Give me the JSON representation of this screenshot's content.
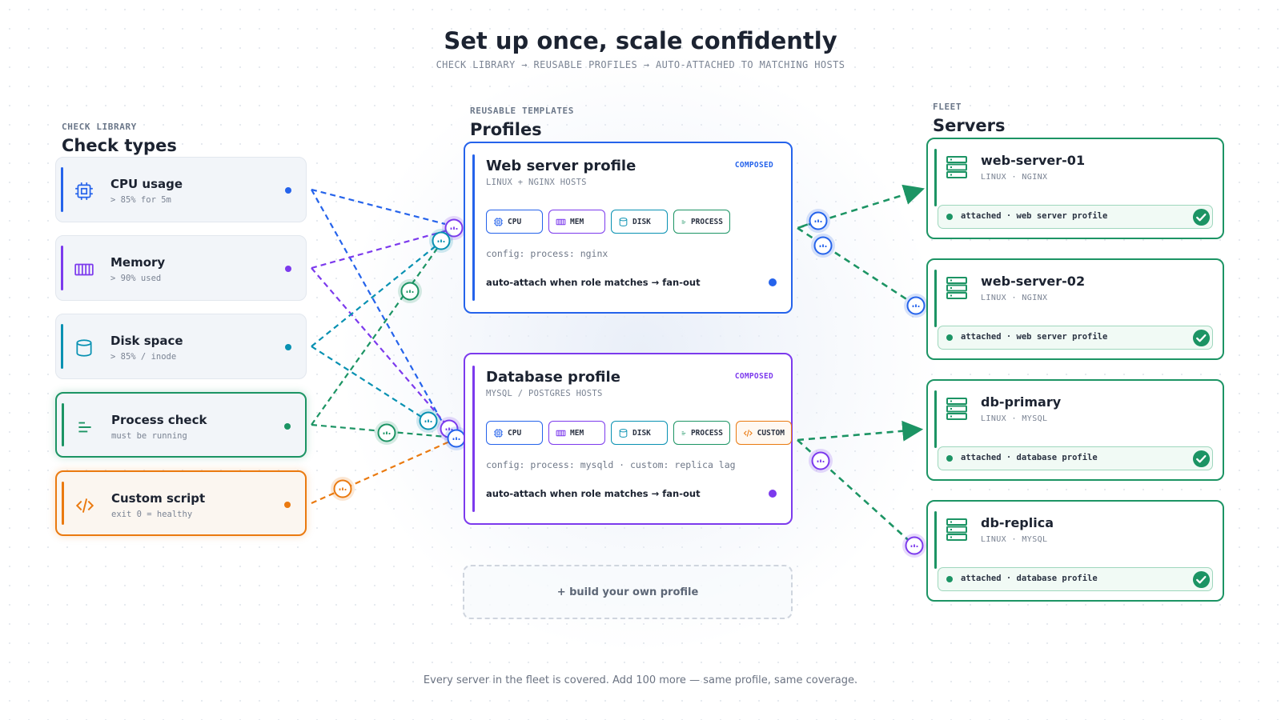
{
  "header": {
    "title": "Set up once, scale confidently",
    "subtitle": "CHECK LIBRARY → REUSABLE PROFILES → AUTO-ATTACHED TO MATCHING HOSTS"
  },
  "library": {
    "eyebrow": "CHECK LIBRARY",
    "heading": "Check types",
    "checks": [
      {
        "name": "CPU usage",
        "desc": "> 85% for 5m",
        "icon": "cpu-icon",
        "color": "#2563eb",
        "highlight": false
      },
      {
        "name": "Memory",
        "desc": "> 90% used",
        "icon": "memory-icon",
        "color": "#7c3aed",
        "highlight": false
      },
      {
        "name": "Disk space",
        "desc": "> 85% / inode",
        "icon": "disk-icon",
        "color": "#0891b2",
        "highlight": false
      },
      {
        "name": "Process check",
        "desc": "must be running",
        "icon": "process-icon",
        "color": "#1c9464",
        "highlight": true
      },
      {
        "name": "Custom script",
        "desc": "exit 0 = healthy",
        "icon": "code-icon",
        "color": "#ea7a10",
        "highlight": true
      }
    ]
  },
  "profiles_col": {
    "eyebrow": "REUSABLE TEMPLATES",
    "heading": "Profiles",
    "profiles": [
      {
        "name": "Web server profile",
        "sub": "LINUX + NGINX HOSTS",
        "badge": "COMPOSED",
        "color": "#2563eb",
        "chips": [
          {
            "label": "CPU",
            "icon": "cpu-icon",
            "color": "#2563eb"
          },
          {
            "label": "MEM",
            "icon": "memory-icon",
            "color": "#7c3aed"
          },
          {
            "label": "DISK",
            "icon": "disk-icon",
            "color": "#0891b2"
          },
          {
            "label": "PROCESS",
            "icon": "process-icon",
            "color": "#1c9464"
          }
        ],
        "config": "config: process: nginx",
        "attach": "auto-attach when role matches → fan-out"
      },
      {
        "name": "Database profile",
        "sub": "MYSQL / POSTGRES HOSTS",
        "badge": "COMPOSED",
        "color": "#7c3aed",
        "chips": [
          {
            "label": "CPU",
            "icon": "cpu-icon",
            "color": "#2563eb"
          },
          {
            "label": "MEM",
            "icon": "memory-icon",
            "color": "#7c3aed"
          },
          {
            "label": "DISK",
            "icon": "disk-icon",
            "color": "#0891b2"
          },
          {
            "label": "PROCESS",
            "icon": "process-icon",
            "color": "#1c9464"
          },
          {
            "label": "CUSTOM",
            "icon": "code-icon",
            "color": "#ea7a10"
          }
        ],
        "config": "config: process: mysqld · custom: replica lag",
        "attach": "auto-attach when role matches → fan-out"
      }
    ],
    "build": "+ build your own profile"
  },
  "fleet": {
    "eyebrow": "FLEET",
    "heading": "Servers",
    "servers": [
      {
        "name": "web-server-01",
        "sub": "LINUX · NGINX",
        "status": "attached · web server profile"
      },
      {
        "name": "web-server-02",
        "sub": "LINUX · NGINX",
        "status": "attached · web server profile"
      },
      {
        "name": "db-primary",
        "sub": "LINUX · MYSQL",
        "status": "attached · database profile"
      },
      {
        "name": "db-replica",
        "sub": "LINUX · MYSQL",
        "status": "attached · database profile"
      }
    ]
  },
  "footer": "Every server in the fleet is covered. Add 100 more — same profile, same coverage.",
  "colors": {
    "green": "#1c9464",
    "blue": "#2563eb",
    "purple": "#7c3aed",
    "teal": "#0891b2",
    "orange": "#ea7a10"
  }
}
